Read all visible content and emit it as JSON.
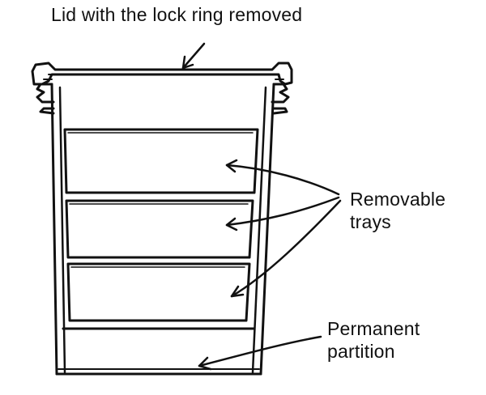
{
  "labels": {
    "lid": "Lid with the lock ring removed",
    "trays_line1": "Removable",
    "trays_line2": "trays",
    "partition_line1": "Permanent",
    "partition_line2": "partition"
  },
  "colors": {
    "ink": "#111111",
    "background": "#ffffff"
  }
}
